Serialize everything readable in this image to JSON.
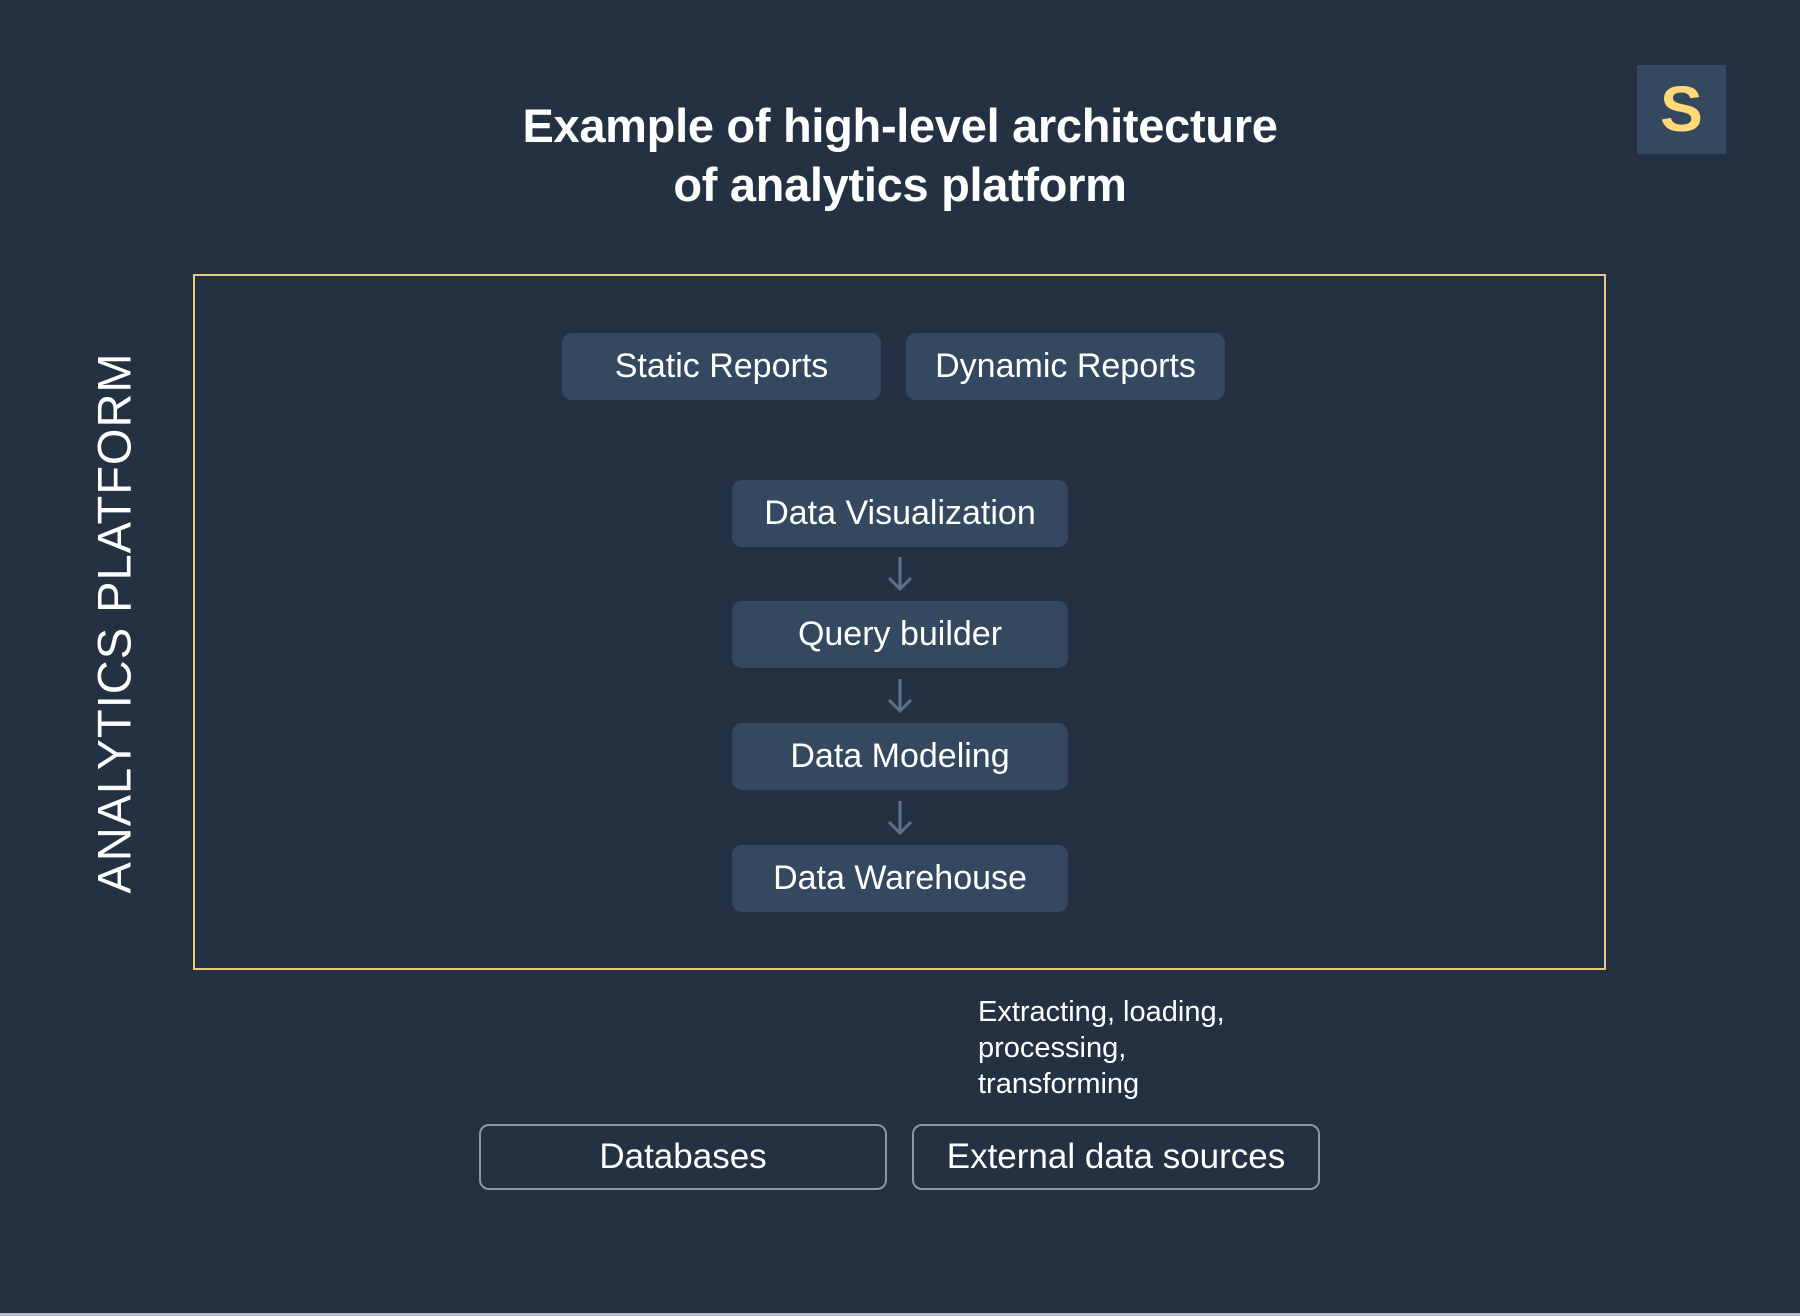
{
  "title": {
    "line1": "Example of high-level architecture",
    "line2": "of analytics platform"
  },
  "logo": {
    "letter": "S",
    "icon": "brand-logo-s",
    "color": "#ffd97a"
  },
  "platform": {
    "label": "ANALYTICS PLATFORM",
    "frame_color": "#e9c876",
    "reports": [
      {
        "label": "Static Reports"
      },
      {
        "label": "Dynamic Reports"
      }
    ],
    "pipeline": [
      {
        "label": "Data Visualization"
      },
      {
        "label": "Query builder"
      },
      {
        "label": "Data Modeling"
      },
      {
        "label": "Data Warehouse"
      }
    ],
    "arrow_icon": "arrow-down"
  },
  "etl_note": {
    "lines": [
      "Extracting, loading,",
      "processing,",
      "transforming"
    ]
  },
  "sources": [
    {
      "label": "Databases"
    },
    {
      "label": "External data sources"
    }
  ],
  "colors": {
    "background": "#243142",
    "node_fill": "#34495f",
    "source_border": "#8a97a7",
    "arrow": "#5e7286"
  }
}
